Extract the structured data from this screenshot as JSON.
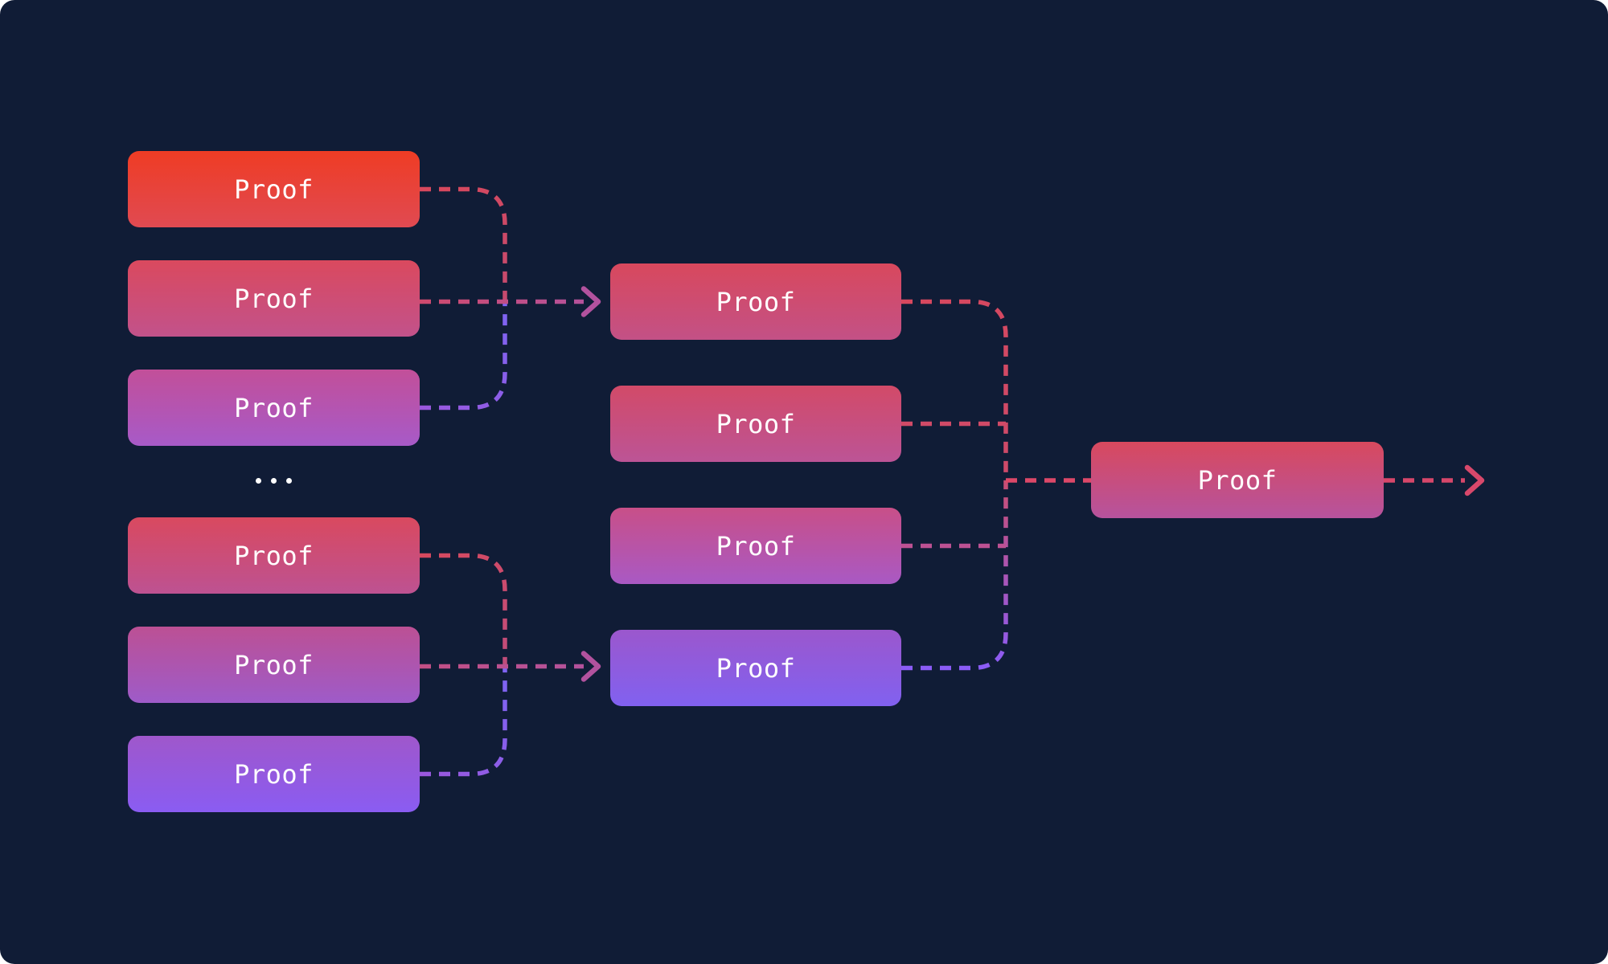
{
  "canvas": {
    "background": "#101c36",
    "text_color": "#ffffff"
  },
  "nodes": {
    "left_top": [
      {
        "label": "Proof",
        "gradient": [
          "#ef3c24",
          "#e04a52"
        ]
      },
      {
        "label": "Proof",
        "gradient": [
          "#da495e",
          "#c2528b"
        ]
      },
      {
        "label": "Proof",
        "gradient": [
          "#c24f99",
          "#a75ac8"
        ]
      }
    ],
    "ellipsis": {
      "label": "...",
      "dot_color": "#ffffff",
      "dot_count": 3
    },
    "left_bottom": [
      {
        "label": "Proof",
        "gradient": [
          "#d9495f",
          "#bd5292"
        ]
      },
      {
        "label": "Proof",
        "gradient": [
          "#bc5094",
          "#9e5bc9"
        ]
      },
      {
        "label": "Proof",
        "gradient": [
          "#9f57cb",
          "#8a5cf2"
        ]
      }
    ],
    "middle": [
      {
        "label": "Proof",
        "gradient": [
          "#d8485d",
          "#c35186"
        ]
      },
      {
        "label": "Proof",
        "gradient": [
          "#d24a68",
          "#bc5496"
        ]
      },
      {
        "label": "Proof",
        "gradient": [
          "#c84f88",
          "#a959c4"
        ]
      },
      {
        "label": "Proof",
        "gradient": [
          "#9b57cd",
          "#8161f0"
        ]
      }
    ],
    "output": {
      "label": "Proof",
      "gradient": [
        "#d8495e",
        "#b6539e"
      ]
    }
  },
  "connectors": {
    "dash_length": 14,
    "dash_gap": 10,
    "stroke_width": 5.5,
    "colors": {
      "top_merge_upper": [
        "#d8485c",
        "#c54a6e"
      ],
      "top_merge_lower": [
        "#9a58dd",
        "#7f63f2"
      ],
      "top_straight": [
        "#cf4a6d",
        "#b2529e"
      ],
      "bottom_merge_upper": [
        "#d7495e",
        "#c04d7c"
      ],
      "bottom_merge_lower": [
        "#9a58dd",
        "#7f63f2"
      ],
      "bottom_straight": [
        "#c35085",
        "#b2529e"
      ],
      "mid_merge_upper": [
        "#d7485e",
        "#cd4a6a"
      ],
      "mid_merge_lower": [
        "#c94e73",
        "#8b5cf6"
      ],
      "mid_branch_2": "#d14a67",
      "mid_branch_3": "#bd5193",
      "output_stub": "#dd4868",
      "output_arrow": "#d7476a",
      "arrowhead_top": "#b2529e",
      "arrowhead_bottom": "#b2529e",
      "arrowhead_output": "#d8486b"
    }
  }
}
